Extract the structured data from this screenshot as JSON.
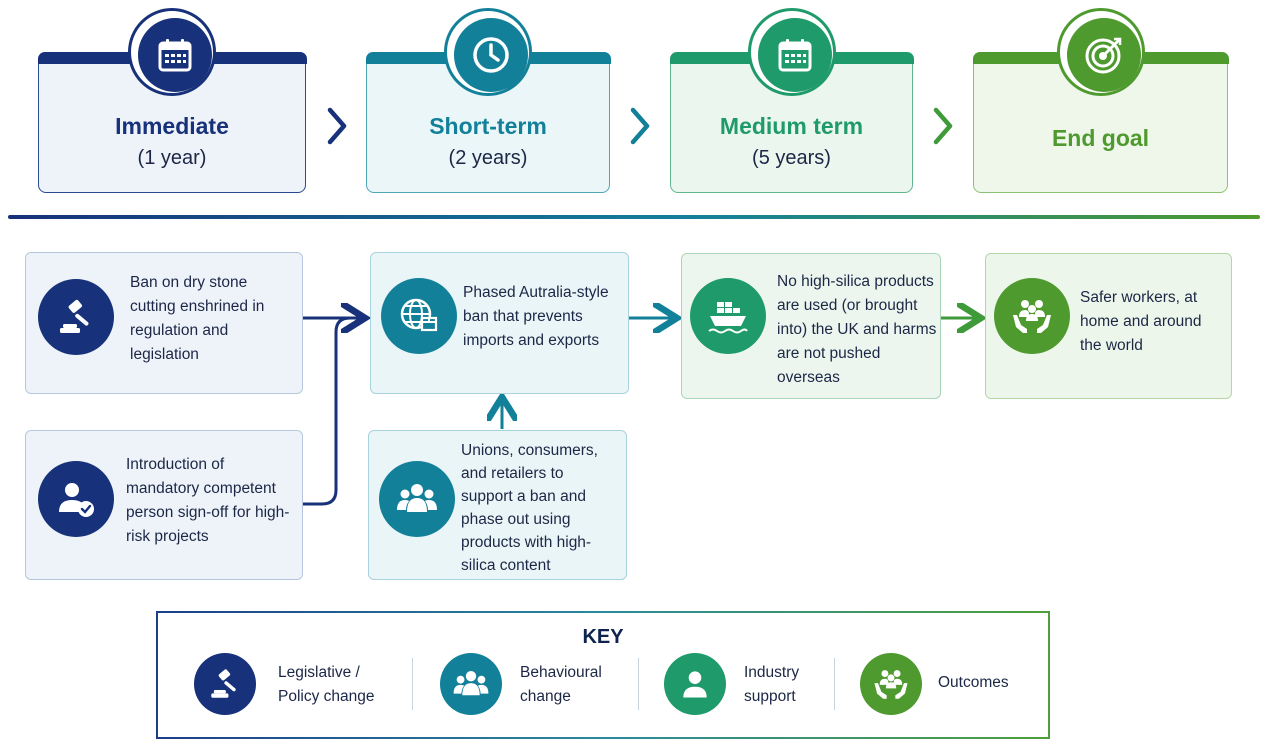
{
  "phases": [
    {
      "title": "Immediate",
      "subtitle": "(1 year)",
      "icon": "calendar-icon",
      "color": "#17317a"
    },
    {
      "title": "Short-term",
      "subtitle": "(2 years)",
      "icon": "clock-icon",
      "color": "#13809a"
    },
    {
      "title": "Medium term",
      "subtitle": "(5 years)",
      "icon": "calendar-icon",
      "color": "#1f9a6a"
    },
    {
      "title": "End goal",
      "subtitle": "",
      "icon": "target-icon",
      "color": "#4e9a2e"
    }
  ],
  "flow": {
    "legislation_ban": "Ban on dry stone cutting enshrined in regulation and legislation",
    "competent_person": "Introduction of mandatory competent person sign-off for high-risk projects",
    "phased_ban": "Phased Autralia-style ban that prevents imports and exports",
    "unions_consumers": "Unions, consumers, and retailers to support a ban and phase out using products with high-silica content",
    "no_high_silica": "No high-silica products are used (or brought into) the UK and harms are not pushed overseas",
    "safer_workers": "Safer workers, at home and around the world"
  },
  "key": {
    "title": "KEY",
    "items": [
      {
        "label": "Legislative / Policy change",
        "icon": "gavel-icon",
        "color": "#17317a"
      },
      {
        "label": "Behavioural change",
        "icon": "group-icon",
        "color": "#13809a"
      },
      {
        "label": "Industry support",
        "icon": "person-icon",
        "color": "#1f9a6a"
      },
      {
        "label": "Outcomes",
        "icon": "hands-people-icon",
        "color": "#4e9a2e"
      }
    ]
  },
  "colors": {
    "navy": "#17317a",
    "teal": "#13809a",
    "green": "#1f9a6a",
    "leaf": "#4e9a2e"
  }
}
